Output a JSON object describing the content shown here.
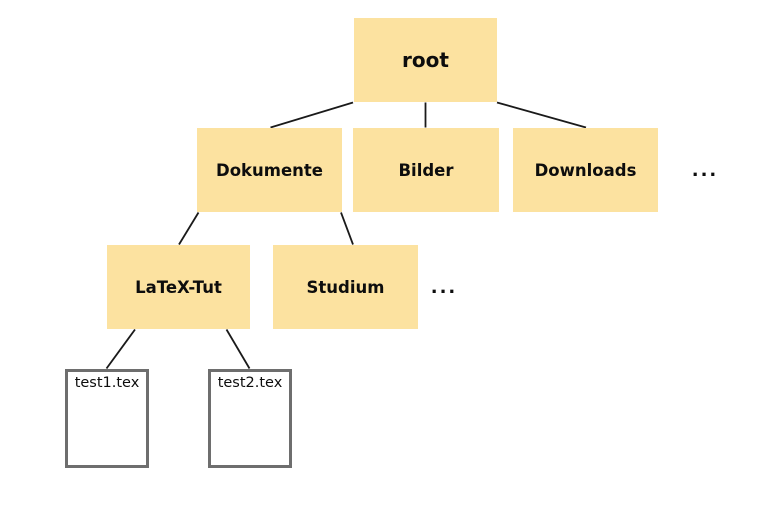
{
  "colors": {
    "background": "#FFFFFF",
    "node_fill": "#FCE2A0",
    "node_text": "#0D0D0D",
    "file_fill": "#FFFFFF",
    "file_border": "#6E6E6E",
    "edge": "#1A1A1A"
  },
  "diagram_type": "file-system-tree",
  "nodes": {
    "root": {
      "label": "root",
      "kind": "folder",
      "level": 1
    },
    "dokumente": {
      "label": "Dokumente",
      "kind": "folder",
      "level": 2
    },
    "bilder": {
      "label": "Bilder",
      "kind": "folder",
      "level": 2
    },
    "downloads": {
      "label": "Downloads",
      "kind": "folder",
      "level": 2
    },
    "latex_tut": {
      "label": "LaTeX-Tut",
      "kind": "folder",
      "level": 3
    },
    "studium": {
      "label": "Studium",
      "kind": "folder",
      "level": 3
    },
    "test1": {
      "label": "test1.tex",
      "kind": "file",
      "level": 4
    },
    "test2": {
      "label": "test2.tex",
      "kind": "file",
      "level": 4
    }
  },
  "edges": [
    {
      "from": "root",
      "to": "dokumente"
    },
    {
      "from": "root",
      "to": "bilder"
    },
    {
      "from": "root",
      "to": "downloads"
    },
    {
      "from": "dokumente",
      "to": "latex_tut"
    },
    {
      "from": "dokumente",
      "to": "studium"
    },
    {
      "from": "latex_tut",
      "to": "test1"
    },
    {
      "from": "latex_tut",
      "to": "test2"
    }
  ],
  "ellipses": {
    "row2": "...",
    "row3": "..."
  }
}
